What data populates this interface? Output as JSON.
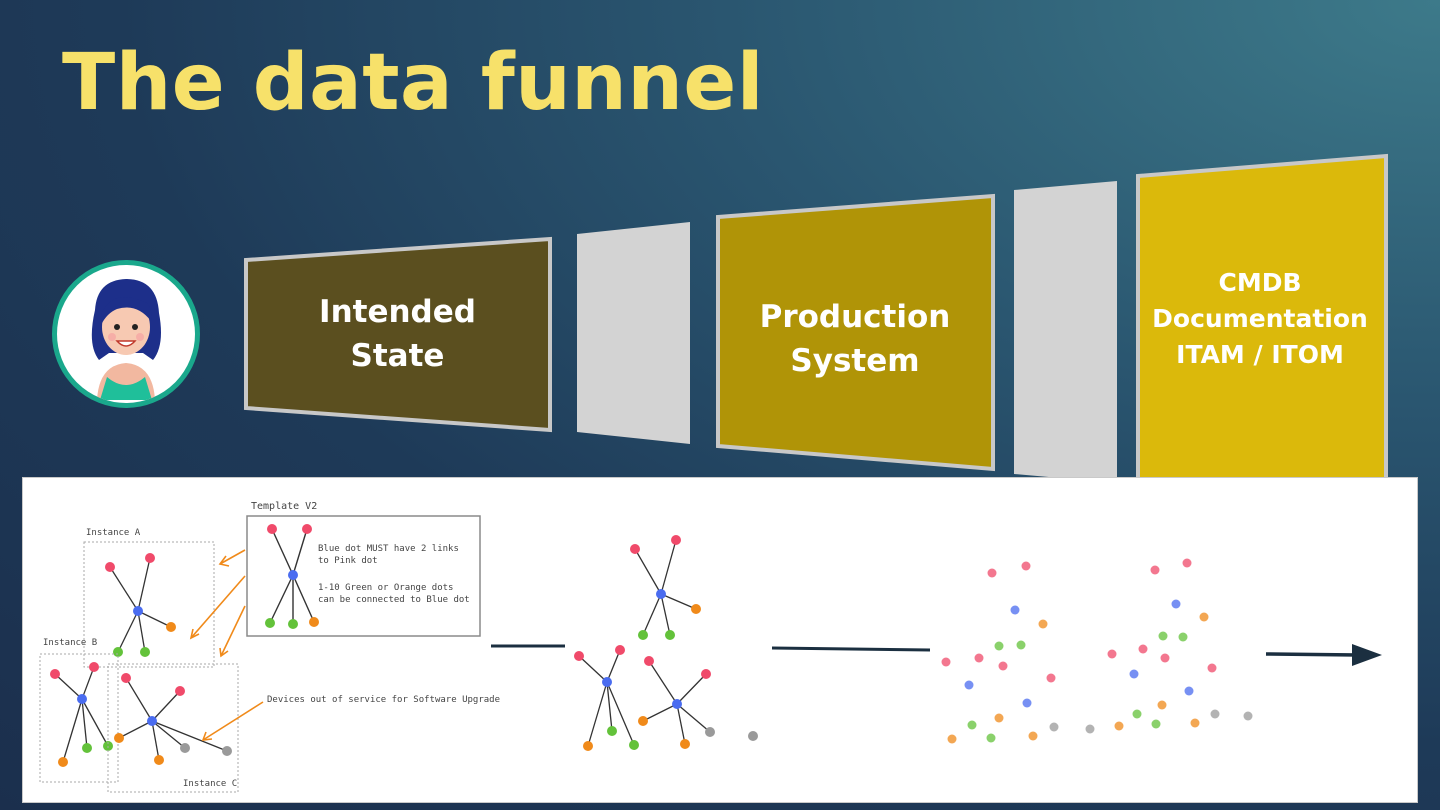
{
  "slide": {
    "title": "The data funnel"
  },
  "funnel": {
    "stages": [
      {
        "line1": "Intended",
        "line2": "State",
        "color": "#5b4f1f"
      },
      {
        "line1": "Production",
        "line2": "System",
        "color": "#b09407"
      },
      {
        "line1": "CMDB",
        "line2": "Documentation",
        "line3": "ITAM / ITOM",
        "color": "#dbb90b"
      }
    ],
    "connector_color": "#d3d3d3"
  },
  "diagram": {
    "template_label": "Template V2",
    "rule_1": "Blue dot MUST have 2 links",
    "rule_1b": "to Pink dot",
    "rule_2": "1-10 Green or Orange dots",
    "rule_2b": "can be connected to Blue dot",
    "instance_a": "Instance A",
    "instance_b": "Instance B",
    "instance_c": "Instance C",
    "out_of_service": "Devices out of service for Software Upgrade"
  },
  "colors": {
    "title": "#f7e16a",
    "avatar_ring": "#1aa88c",
    "dot_blue": "#4a6cf0",
    "dot_pink": "#f04a6a",
    "dot_green": "#63c23a",
    "dot_orange": "#f08a1a",
    "dot_gray": "#9a9a9a",
    "arrow": "#1b2f40"
  }
}
